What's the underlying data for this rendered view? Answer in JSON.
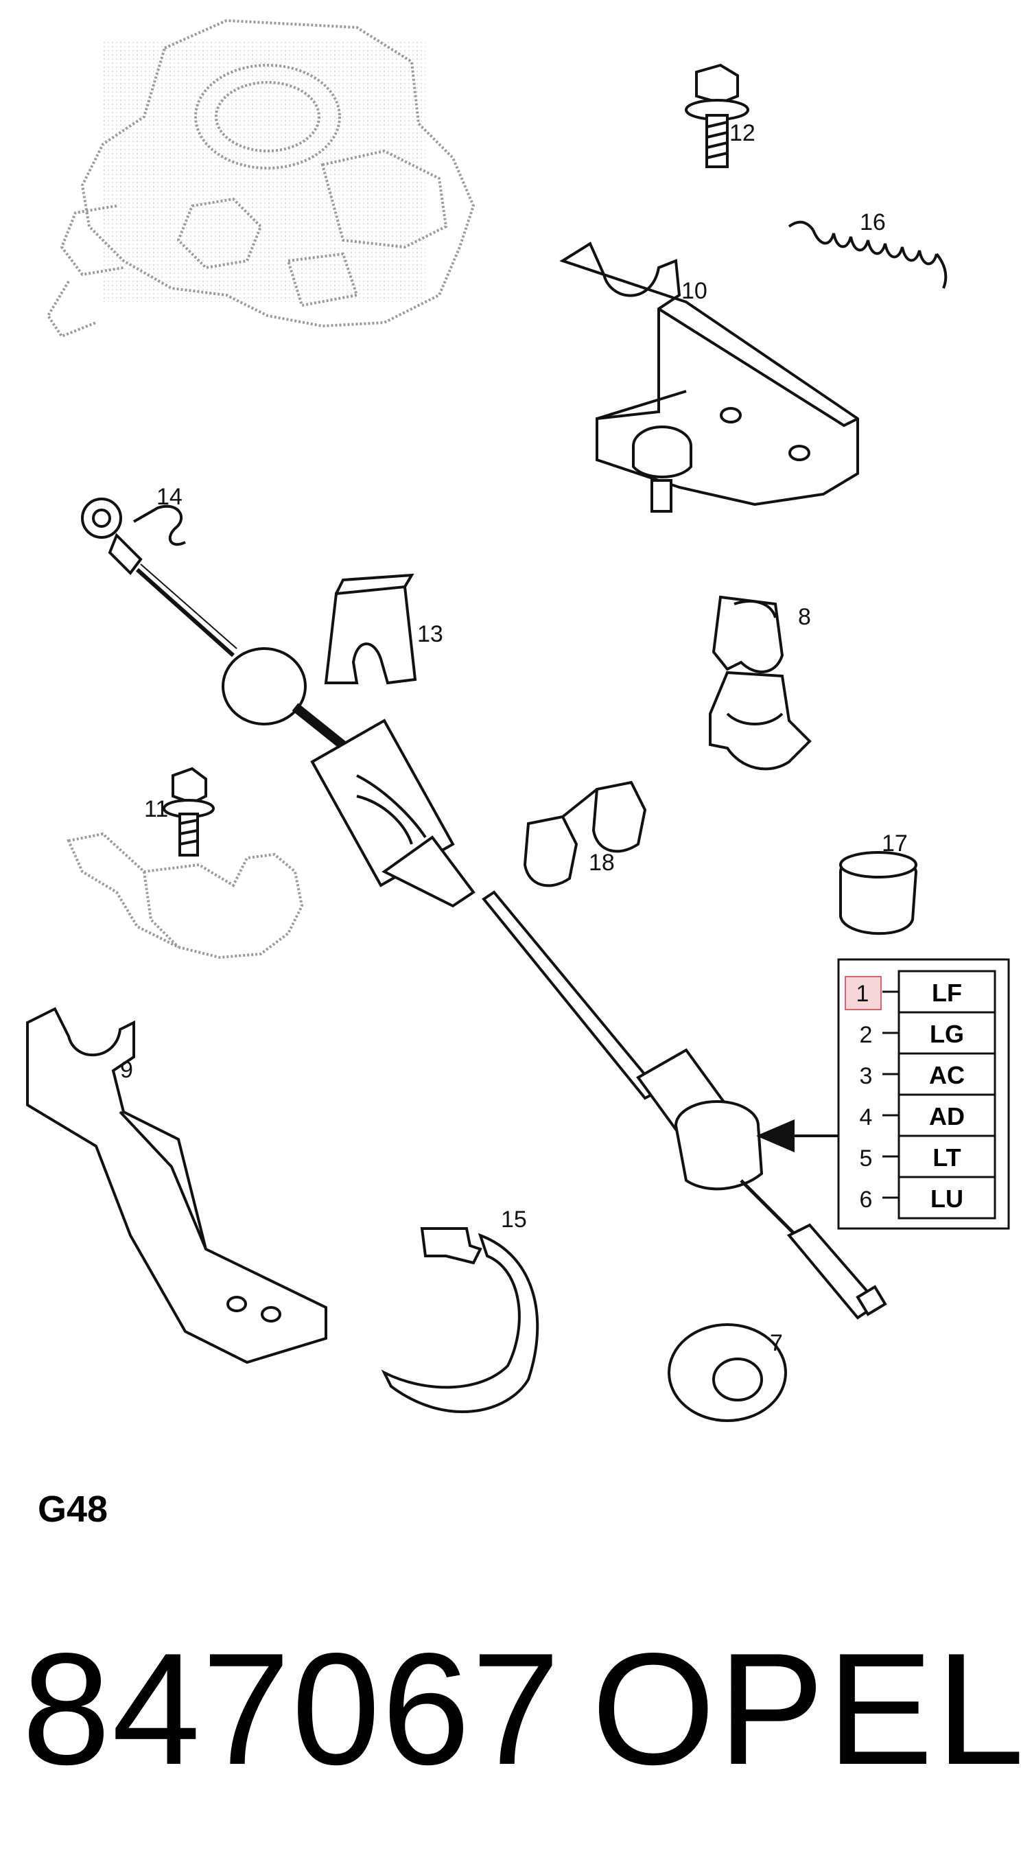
{
  "diagram": {
    "reference": "G48",
    "part_number": "847067",
    "brand": "OPEL",
    "callouts": [
      {
        "id": "12",
        "label": "12"
      },
      {
        "id": "16",
        "label": "16"
      },
      {
        "id": "10",
        "label": "10"
      },
      {
        "id": "14",
        "label": "14"
      },
      {
        "id": "13",
        "label": "13"
      },
      {
        "id": "8",
        "label": "8"
      },
      {
        "id": "11",
        "label": "11"
      },
      {
        "id": "18",
        "label": "18"
      },
      {
        "id": "17",
        "label": "17"
      },
      {
        "id": "9",
        "label": "9"
      },
      {
        "id": "15",
        "label": "15"
      },
      {
        "id": "7",
        "label": "7"
      }
    ],
    "variant_table": [
      {
        "num": "1",
        "code": "LF",
        "highlighted": true
      },
      {
        "num": "2",
        "code": "LG",
        "highlighted": false
      },
      {
        "num": "3",
        "code": "AC",
        "highlighted": false
      },
      {
        "num": "4",
        "code": "AD",
        "highlighted": false
      },
      {
        "num": "5",
        "code": "LT",
        "highlighted": false
      },
      {
        "num": "6",
        "code": "LU",
        "highlighted": false
      }
    ],
    "colors": {
      "line": "#111111",
      "ghost": "#9a9a9a",
      "highlight_fill": "#f7d6da",
      "highlight_stroke": "#d9646f"
    }
  }
}
